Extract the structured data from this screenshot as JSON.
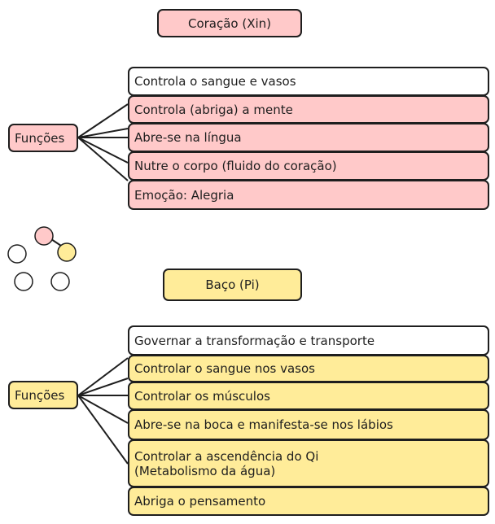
{
  "colors": {
    "pink": "#ffc9c9",
    "yellow": "#ffec99",
    "stroke": "#1e1e1e"
  },
  "heart": {
    "title": "Coração (Xin)",
    "root": "Funções",
    "items": [
      "Controla o sangue e vasos",
      "Controla (abriga) a mente",
      "Abre-se na língua",
      "Nutre o corpo (fluido do coração)",
      "Emoção: Alegria"
    ]
  },
  "spleen": {
    "title": "Baço (Pi)",
    "root": "Funções",
    "items": [
      "Governar a transformação e transporte",
      "Controlar o sangue nos vasos",
      "Controlar os músculos",
      "Abre-se na boca e manifesta-se nos lábios",
      "Controlar a ascendência do Qi (Metabolismo da água)",
      "Abriga o pensamento"
    ]
  }
}
